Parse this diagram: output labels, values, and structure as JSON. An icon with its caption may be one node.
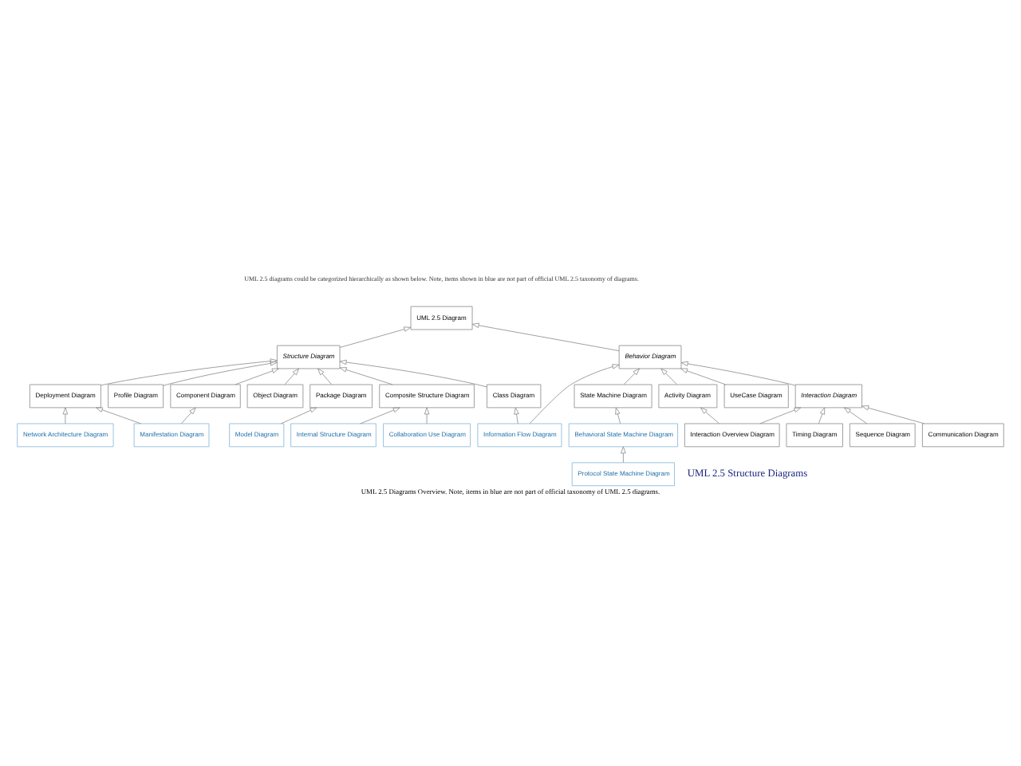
{
  "diagram": {
    "caption": "UML 2.5 Diagrams Overview. Note, items in blue are not part of official taxonomy of UML 2.5 diagrams.",
    "nodes": [
      {
        "text": [
          "UML 2.5 Diagram"
        ]
      },
      {
        "text": [
          "Structure Diagram"
        ]
      },
      {
        "text": [
          "Behavior Diagram"
        ]
      },
      {
        "text": [
          "Class Diagram"
        ]
      },
      {
        "text": [
          "Object Diagram"
        ]
      },
      {
        "text": [
          "Package Diagram"
        ]
      },
      {
        "text": [
          "Model Diagram"
        ]
      },
      {
        "text": [
          "Composite Structure Diagram"
        ]
      },
      {
        "text": [
          "Internal Structure Diagram"
        ]
      },
      {
        "text": [
          "Collaboration Use Diagram"
        ]
      },
      {
        "text": [
          "Component Diagram"
        ]
      },
      {
        "text": [
          "Manifestation Diagram"
        ]
      },
      {
        "text": [
          "Deployment Diagram"
        ]
      },
      {
        "text": [
          "Network Architecture Diagram"
        ]
      },
      {
        "text": [
          "Profile Diagram"
        ]
      },
      {
        "text": [
          "UseCase Diagram"
        ]
      },
      {
        "text": [
          "Information Flow Diagram"
        ]
      },
      {
        "text": [
          "Activity Diagram"
        ]
      },
      {
        "text": [
          "State Machine Diagram"
        ]
      },
      {
        "text": [
          "Behavioral State Machine Diagram"
        ]
      },
      {
        "text": [
          "Protocol State Machine Diagram"
        ]
      },
      {
        "text": [
          "Interaction Diagram"
        ]
      },
      {
        "text": [
          "Sequence Diagram"
        ]
      },
      {
        "text": [
          "Communication Diagram"
        ]
      },
      {
        "text": [
          "Timing Diagram"
        ]
      },
      {
        "text": [
          "Interaction Overview Diagram"
        ]
      }
    ],
    "edges": [
      {
        "from": 1,
        "to": 0,
        "arrow": "to"
      },
      {
        "from": 2,
        "to": 0,
        "arrow": "to"
      },
      {
        "from": 3,
        "to": 1,
        "arrow": "to"
      },
      {
        "from": 4,
        "to": 1,
        "arrow": "to"
      },
      {
        "from": 5,
        "to": 1,
        "arrow": "to"
      },
      {
        "from": 6,
        "to": 5,
        "arrow": "to"
      },
      {
        "from": 7,
        "to": 1,
        "arrow": "to"
      },
      {
        "from": 8,
        "to": 7,
        "arrow": "to"
      },
      {
        "from": 9,
        "to": 7,
        "arrow": "to"
      },
      {
        "from": 10,
        "to": 1,
        "arrow": "to"
      },
      {
        "from": 11,
        "to": 10,
        "arrow": "to"
      },
      {
        "from": 11,
        "to": 12,
        "arrow": "to"
      },
      {
        "from": 12,
        "to": 1,
        "arrow": "to"
      },
      {
        "from": 13,
        "to": 12,
        "arrow": "to"
      },
      {
        "from": 14,
        "to": 1,
        "arrow": "to"
      },
      {
        "from": 15,
        "to": 2,
        "arrow": "to"
      },
      {
        "from": 16,
        "to": 2,
        "arrow": "to"
      },
      {
        "from": 16,
        "to": 3,
        "arrow": "to"
      },
      {
        "from": 17,
        "to": 2,
        "arrow": "to"
      },
      {
        "from": 18,
        "to": 2,
        "arrow": "to"
      },
      {
        "from": 19,
        "to": 18,
        "arrow": "to"
      },
      {
        "from": 20,
        "to": 19,
        "arrow": "to"
      },
      {
        "from": 21,
        "to": 2,
        "arrow": "to"
      },
      {
        "from": 22,
        "to": 21,
        "arrow": "to"
      },
      {
        "from": 23,
        "to": 21,
        "arrow": "to"
      },
      {
        "from": 24,
        "to": 21,
        "arrow": "to"
      },
      {
        "from": 25,
        "to": 21,
        "arrow": "to"
      },
      {
        "from": 25,
        "to": 17,
        "arrow": "to"
      }
    ],
    "labels": [
      "UML 2.5 diagrams could be categorized hierarchically as shown below. Note, items shown in blue are not part of official UML 2.5 taxonomy of diagrams.",
      "UML 2.5 Structure Diagrams"
    ]
  }
}
